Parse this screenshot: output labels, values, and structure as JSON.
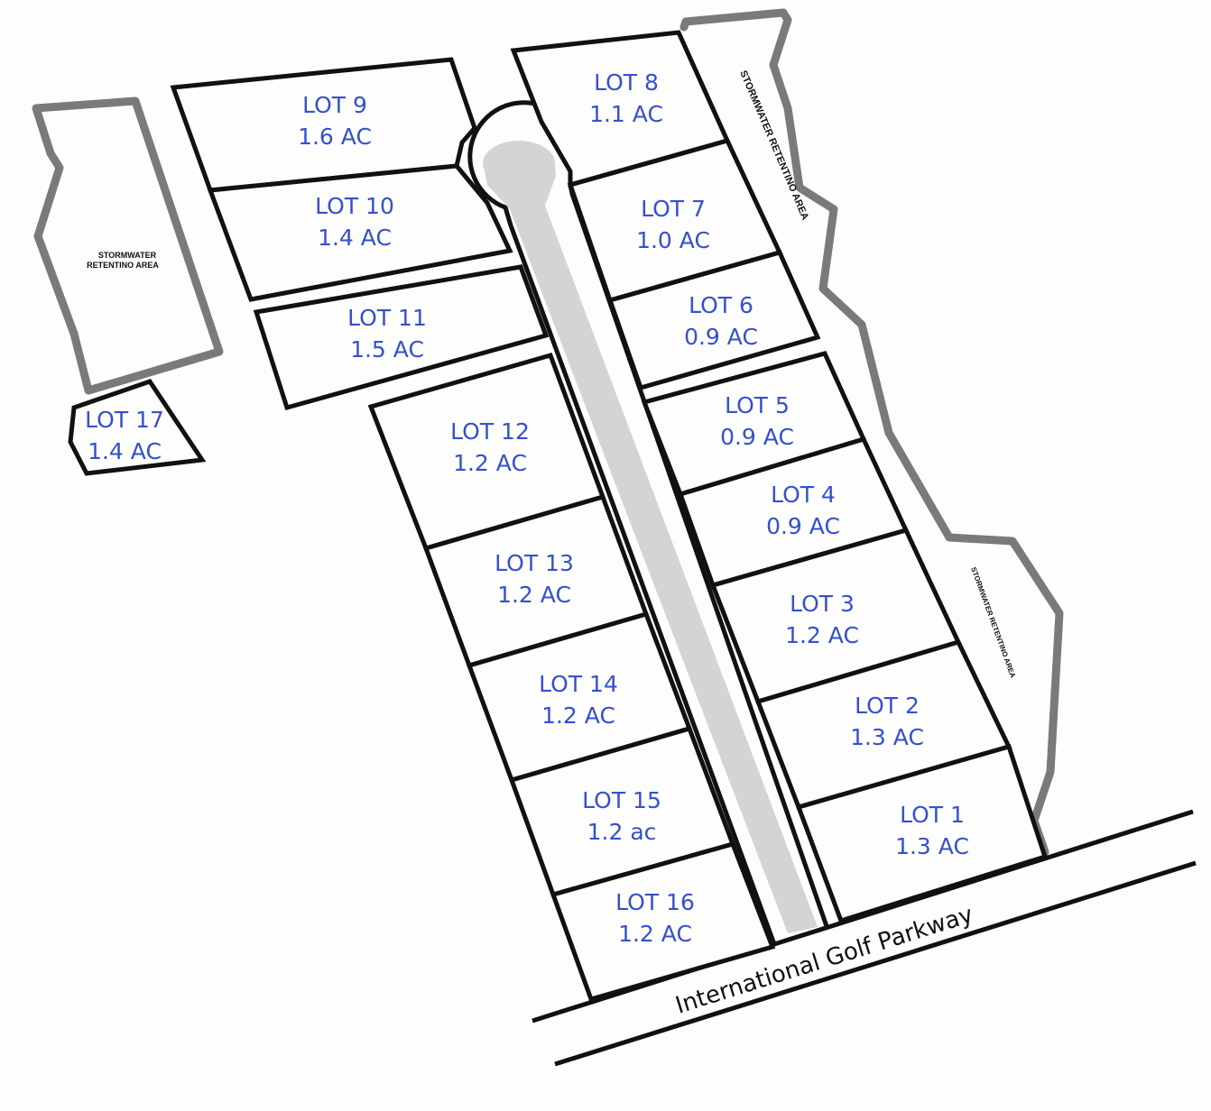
{
  "map": {
    "road_name": "International Golf Parkway",
    "stormwater_areas": [
      {
        "id": "west",
        "lines": [
          "STORMWATER",
          "RETENTINO AREA"
        ]
      },
      {
        "id": "east-upper",
        "lines": [
          "STORMWATER RETENTINO AREA"
        ]
      },
      {
        "id": "east-lower",
        "lines": [
          "STORMWATER RETENTINO AREA"
        ]
      }
    ],
    "lots": [
      {
        "name": "LOT 1",
        "size": "1.3 AC"
      },
      {
        "name": "LOT 2",
        "size": "1.3 AC"
      },
      {
        "name": "LOT 3",
        "size": "1.2 AC"
      },
      {
        "name": "LOT 4",
        "size": "0.9 AC"
      },
      {
        "name": "LOT 5",
        "size": "0.9 AC"
      },
      {
        "name": "LOT 6",
        "size": "0.9 AC"
      },
      {
        "name": "LOT 7",
        "size": "1.0 AC"
      },
      {
        "name": "LOT 8",
        "size": "1.1 AC"
      },
      {
        "name": "LOT 9",
        "size": "1.6 AC"
      },
      {
        "name": "LOT 10",
        "size": "1.4 AC"
      },
      {
        "name": "LOT 11",
        "size": "1.5 AC"
      },
      {
        "name": "LOT 12",
        "size": "1.2 AC"
      },
      {
        "name": "LOT 13",
        "size": "1.2 AC"
      },
      {
        "name": "LOT 14",
        "size": "1.2 AC"
      },
      {
        "name": "LOT 15",
        "size": "1.2 ac"
      },
      {
        "name": "LOT 16",
        "size": "1.2 AC"
      },
      {
        "name": "LOT 17",
        "size": "1.4 AC"
      }
    ],
    "colors": {
      "lot_label": "#3550cf",
      "outline": "#111111",
      "stormwater_outline": "#7a7a7a",
      "cul_de_sac_road": "#d4d4d4"
    }
  }
}
